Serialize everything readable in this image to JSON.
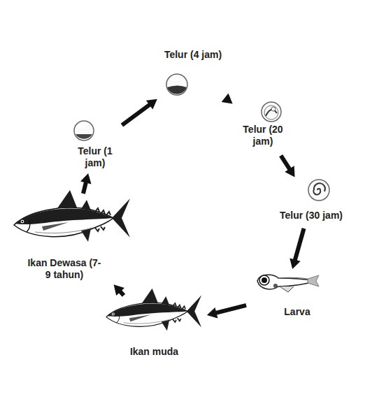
{
  "diagram": {
    "nodes": [
      {
        "text": [
          "Telur (1 jam)"
        ]
      },
      {
        "text": [
          "Telur (4 jam)"
        ]
      },
      {
        "text": [
          "Telur (20 jam)"
        ]
      },
      {
        "text": [
          "Telur (30 jam)"
        ]
      },
      {
        "text": [
          "Larva"
        ]
      },
      {
        "text": [
          "Ikan muda"
        ]
      },
      {
        "text": [
          "Ikan Dewasa (7-9 tahun)"
        ]
      }
    ],
    "edges": [
      {
        "from": 0,
        "to": 1,
        "arrow": "to"
      },
      {
        "from": 1,
        "to": 2,
        "arrow": "to"
      },
      {
        "from": 2,
        "to": 3,
        "arrow": "to"
      },
      {
        "from": 3,
        "to": 4,
        "arrow": "to"
      },
      {
        "from": 4,
        "to": 5,
        "arrow": "to"
      },
      {
        "from": 5,
        "to": 6,
        "arrow": "to"
      },
      {
        "from": 6,
        "to": 0,
        "arrow": "to"
      }
    ]
  }
}
